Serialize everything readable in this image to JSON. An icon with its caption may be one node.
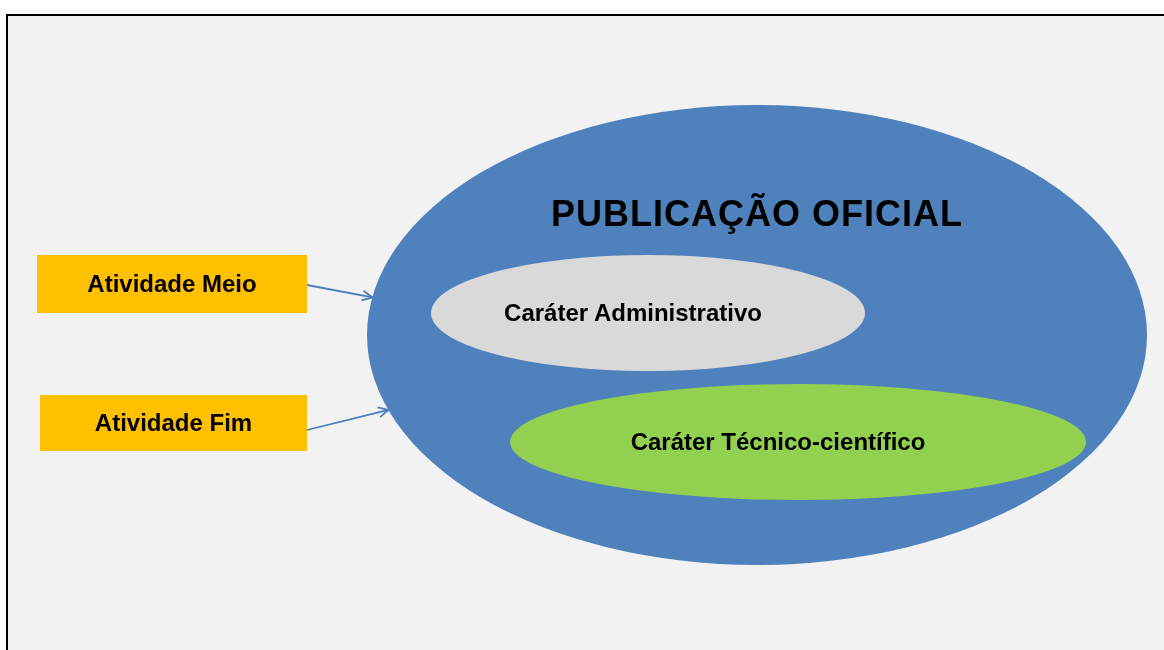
{
  "diagram": {
    "nodes": [
      {
        "text": [
          "PUBLICAÇÃO OFICIAL"
        ]
      },
      {
        "text": [
          "Caráter Administrativo"
        ],
        "in": 0
      },
      {
        "text": [
          "Caráter Técnico-científico"
        ],
        "in": 0
      },
      {
        "text": [
          "Atividade Meio"
        ]
      },
      {
        "text": [
          "Atividade Fim"
        ]
      }
    ],
    "edges": [
      {
        "from": 3,
        "to": 0,
        "arrow": "to"
      },
      {
        "from": 4,
        "to": 0,
        "arrow": "to"
      }
    ]
  }
}
